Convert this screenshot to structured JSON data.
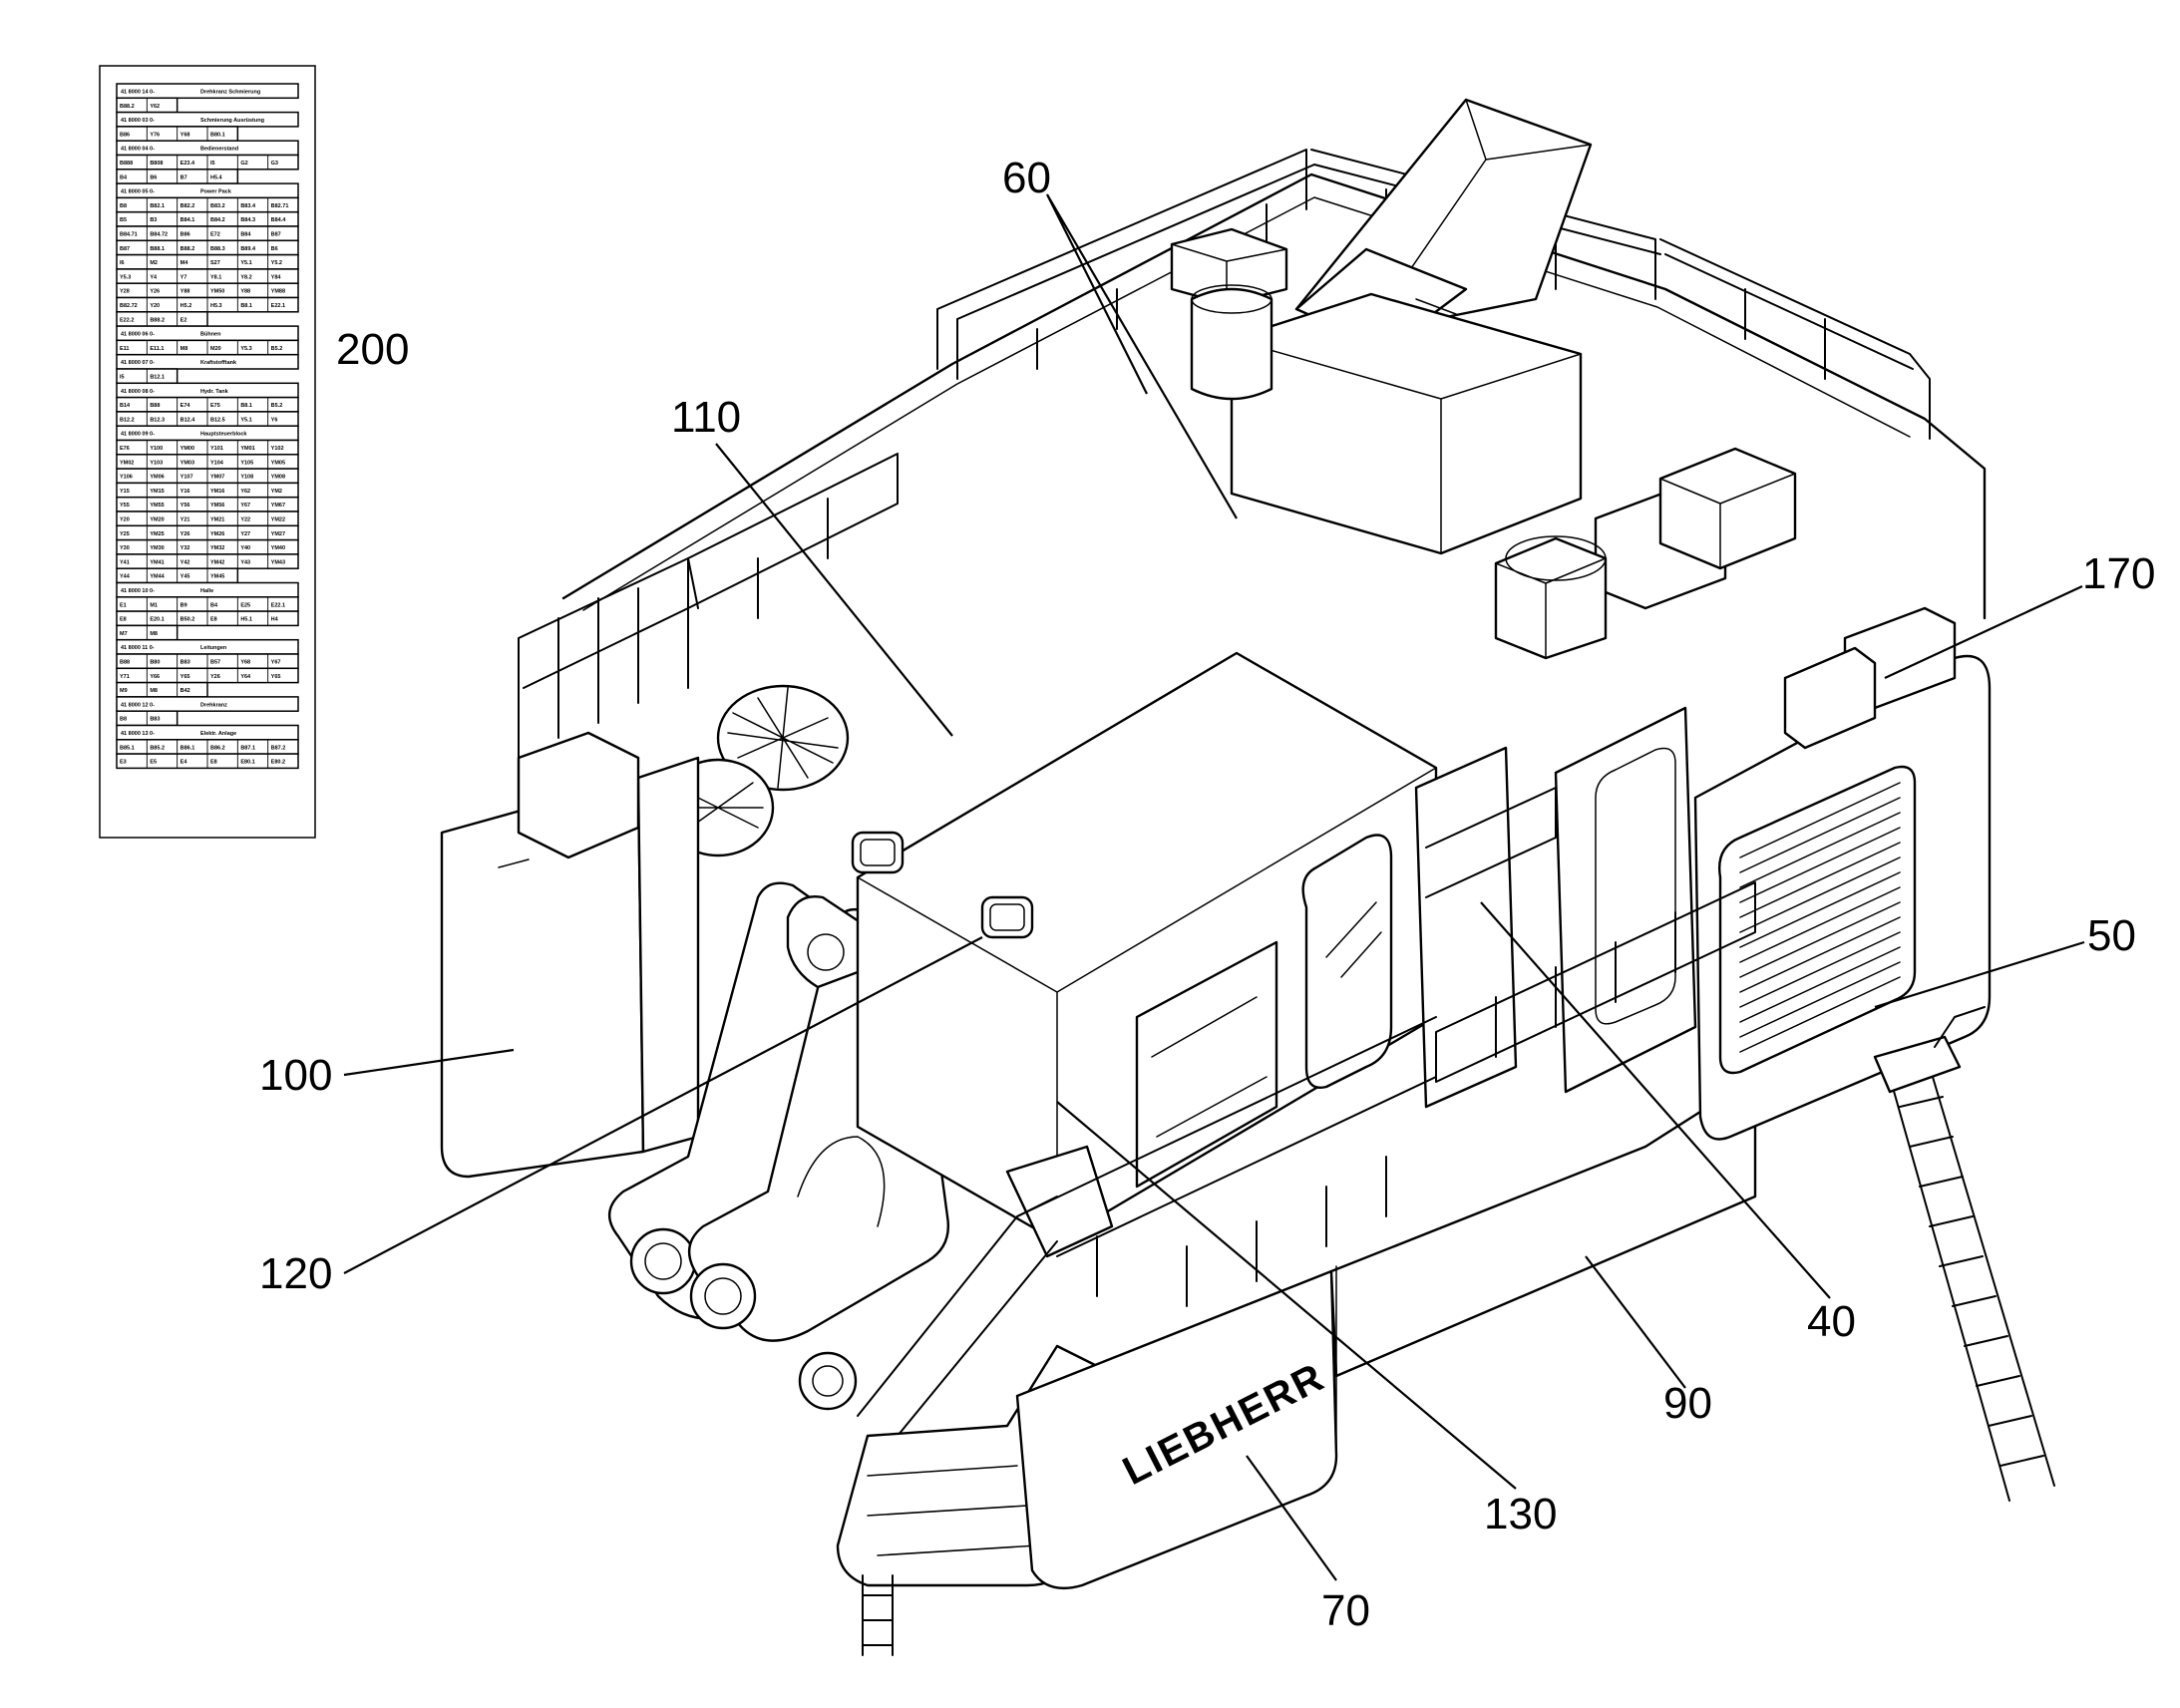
{
  "reference_numerals": [
    {
      "id": "ref-200",
      "label": "200"
    },
    {
      "id": "ref-60",
      "label": "60"
    },
    {
      "id": "ref-110",
      "label": "110"
    },
    {
      "id": "ref-170",
      "label": "170"
    },
    {
      "id": "ref-50",
      "label": "50"
    },
    {
      "id": "ref-100",
      "label": "100"
    },
    {
      "id": "ref-120",
      "label": "120"
    },
    {
      "id": "ref-40",
      "label": "40"
    },
    {
      "id": "ref-90",
      "label": "90"
    },
    {
      "id": "ref-130",
      "label": "130"
    },
    {
      "id": "ref-70",
      "label": "70"
    }
  ],
  "brand_lettering": "LIEBHERR",
  "legend_table": {
    "note": "small component index chart, lettering largely illegible at this resolution",
    "sections": [
      {
        "header": [
          "41 8000 14 0-",
          "Drehkranz Schmierung"
        ],
        "rows": [
          [
            "B88.2",
            "Y62"
          ]
        ]
      },
      {
        "header": [
          "41 8000 03 0-",
          "Schmierung Ausrüstung"
        ],
        "rows": [
          [
            "B86",
            "Y76",
            "Y68",
            "B80.1"
          ]
        ]
      },
      {
        "header": [
          "41 8000 04 0-",
          "Bedienerstand"
        ],
        "rows": [
          [
            "B888",
            "B808",
            "E23.4",
            "I5",
            "G2",
            "G3"
          ],
          [
            "B4",
            "B6",
            "B7",
            "H5.4"
          ]
        ]
      },
      {
        "header": [
          "41 8000 05 0-",
          "Power Pack"
        ],
        "rows": [
          [
            "B8",
            "B82.1",
            "B82.2",
            "B83.2",
            "B83.4",
            "B82.71"
          ],
          [
            "B5",
            "B3",
            "B84.1",
            "B84.2",
            "B84.3",
            "B84.4"
          ],
          [
            "B84.71",
            "B84.72",
            "B86",
            "E72",
            "B84",
            "B87"
          ],
          [
            "B87",
            "B88.1",
            "B88.2",
            "B88.3",
            "B89.4",
            "B6"
          ],
          [
            "I6",
            "M2",
            "M4",
            "S27",
            "Y5.1",
            "Y5.2"
          ],
          [
            "Y5.3",
            "Y4",
            "Y7",
            "Y8.1",
            "Y8.2",
            "Y84"
          ],
          [
            "Y28",
            "Y26",
            "Y88",
            "YM50",
            "Y88",
            "YM88"
          ],
          [
            "B82.72",
            "Y20",
            "H5.2",
            "H5.3",
            "B8.1",
            "E22.1"
          ],
          [
            "E22.2",
            "B88.2",
            "E2"
          ]
        ]
      },
      {
        "header": [
          "41 8000 06 0-",
          "Bühnen"
        ],
        "rows": [
          [
            "E11",
            "E11.1",
            "M8",
            "M20",
            "Y5.3",
            "B5.2"
          ]
        ]
      },
      {
        "header": [
          "41 8000 07 0-",
          "Kraftstofftank"
        ],
        "rows": [
          [
            "I5",
            "B12.1"
          ]
        ]
      },
      {
        "header": [
          "41 8000 08 0-",
          "Hydr. Tank"
        ],
        "rows": [
          [
            "B14",
            "B88",
            "E74",
            "E75",
            "B8.1",
            "B5.2"
          ],
          [
            "B12.2",
            "B12.3",
            "B12.4",
            "B12.5",
            "Y5.1",
            "Y6"
          ]
        ]
      },
      {
        "header": [
          "41 8000 09 0-",
          "Hauptsteuerblock"
        ],
        "rows": [
          [
            "E76",
            "Y100",
            "YM00",
            "Y101",
            "YM01",
            "Y102"
          ],
          [
            "YM02",
            "Y103",
            "YM03",
            "Y104",
            "Y105",
            "YM05"
          ],
          [
            "Y106",
            "YM06",
            "Y107",
            "YM07",
            "Y108",
            "YM08"
          ],
          [
            "Y15",
            "YM15",
            "Y16",
            "YM16",
            "Y62",
            "YM2"
          ],
          [
            "Y55",
            "YM55",
            "Y56",
            "YM56",
            "Y67",
            "YM67"
          ],
          [
            "Y20",
            "YM20",
            "Y21",
            "YM21",
            "Y22",
            "YM22"
          ],
          [
            "Y25",
            "YM25",
            "Y26",
            "YM26",
            "Y27",
            "YM27"
          ],
          [
            "Y30",
            "YM30",
            "Y32",
            "YM32",
            "Y40",
            "YM40"
          ],
          [
            "Y41",
            "YM41",
            "Y42",
            "YM42",
            "Y43",
            "YM43"
          ],
          [
            "Y44",
            "YM44",
            "Y45",
            "YM45"
          ]
        ]
      },
      {
        "header": [
          "41 8000 10 0-",
          "Halle"
        ],
        "rows": [
          [
            "E1",
            "M1",
            "B9",
            "B4",
            "E25",
            "E22.1"
          ],
          [
            "E8",
            "E20.1",
            "B50.2",
            "E8",
            "H5.1",
            "H4"
          ],
          [
            "M7",
            "M8"
          ]
        ]
      },
      {
        "header": [
          "41 8000 11 0-",
          "Leitungen"
        ],
        "rows": [
          [
            "B88",
            "B80",
            "B83",
            "B57",
            "Y68",
            "Y67"
          ],
          [
            "Y71",
            "Y66",
            "Y65",
            "Y26",
            "Y64",
            "Y65"
          ],
          [
            "M9",
            "M8",
            "B42"
          ]
        ]
      },
      {
        "header": [
          "41 8000 12 0-",
          "Drehkranz"
        ],
        "rows": [
          [
            "B8",
            "B83"
          ]
        ]
      },
      {
        "header": [
          "41 8000 13 0-",
          "Elektr. Anlage"
        ],
        "rows": [
          [
            "B85.1",
            "B85.2",
            "B86.1",
            "B86.2",
            "B87.1",
            "B87.2"
          ],
          [
            "E3",
            "E5",
            "E4",
            "E8",
            "E80.1",
            "E80.2"
          ]
        ]
      }
    ]
  }
}
